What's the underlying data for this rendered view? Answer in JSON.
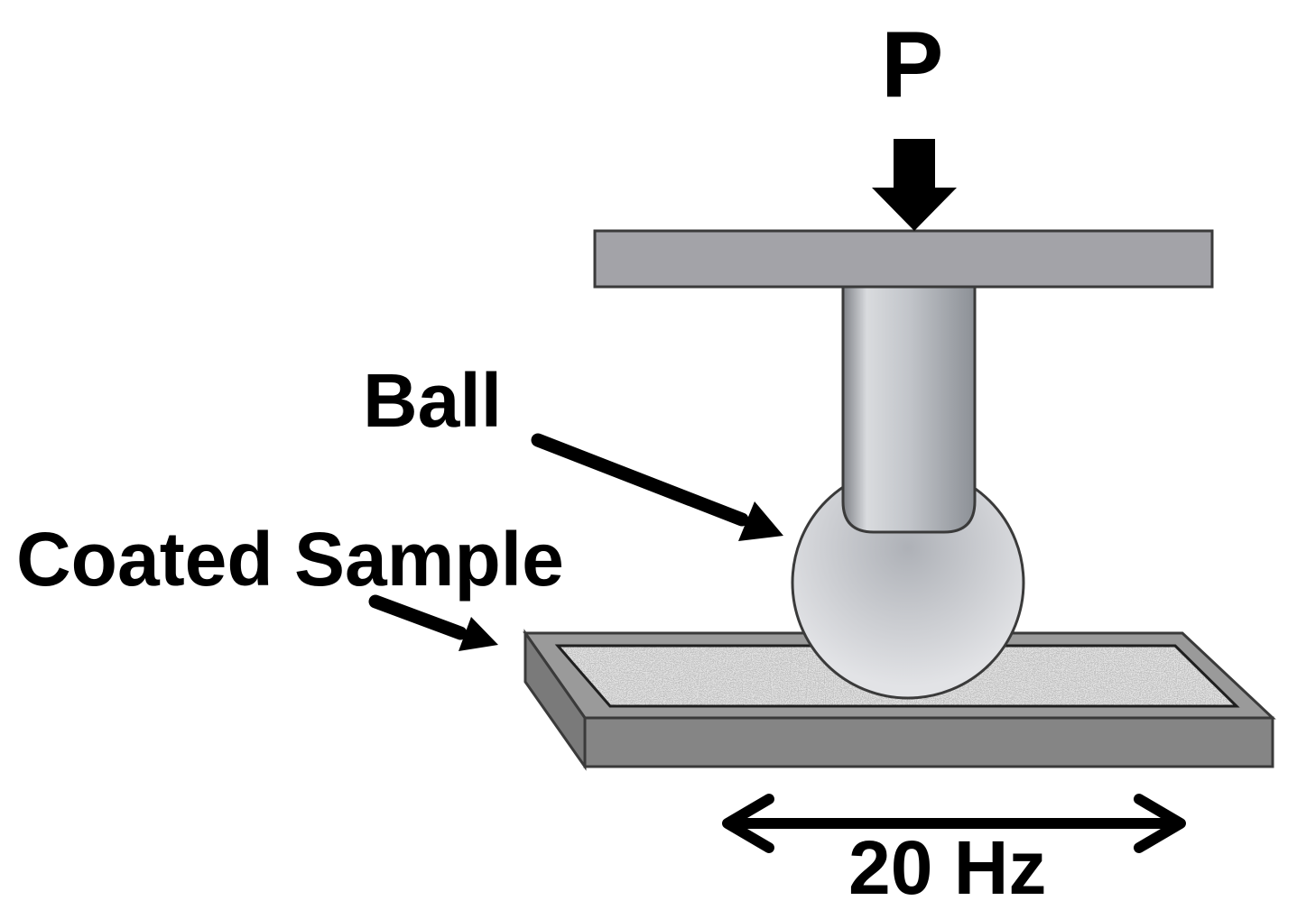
{
  "labels": {
    "load": "P",
    "ball": "Ball",
    "coated_sample": "Coated Sample",
    "frequency": "20 Hz"
  },
  "colors": {
    "plate": "#a3a3a8",
    "outline": "#3a3a3a",
    "sample_side": "#858585",
    "sample_top": "#9a9a9a",
    "coating": "#c8c8c8",
    "arrow": "#000000",
    "ball_light": "#e2e3e6",
    "ball_dark": "#aeb1b7"
  },
  "icons": {
    "load_arrow": "arrow-down-icon",
    "ball_pointer": "arrow-pointer-icon",
    "sample_pointer": "arrow-pointer-icon",
    "oscillation": "double-arrow-icon"
  }
}
